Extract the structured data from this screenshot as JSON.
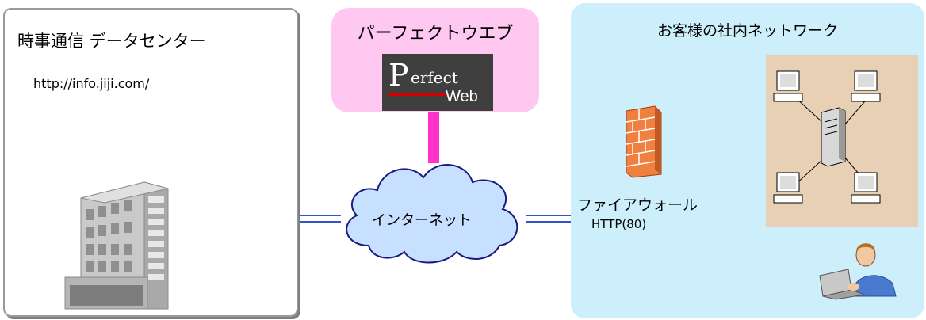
{
  "data_center": {
    "title": "時事通信 データセンター",
    "url": "http://info.jiji.com/"
  },
  "service": {
    "title": "パーフェクトウエブ",
    "logo": {
      "initial": "P",
      "rest": "erfect",
      "web": "Web"
    }
  },
  "internet": {
    "label": "インターネット"
  },
  "customer": {
    "title": "お客様の社内ネットワーク",
    "firewall_label": "ファイアウォール",
    "firewall_port": "HTTP(80)"
  },
  "colors": {
    "service_bg": "#ffc8f0",
    "service_link": "#ff33cc",
    "customer_bg": "#cdeefb",
    "lan_bg": "#e8d0b4",
    "connection_line": "#3355cc",
    "firewall": "#f08040"
  },
  "icons": [
    "office-building-icon",
    "cloud-icon",
    "firewall-icon",
    "workstation-icon",
    "server-icon",
    "person-laptop-icon"
  ]
}
